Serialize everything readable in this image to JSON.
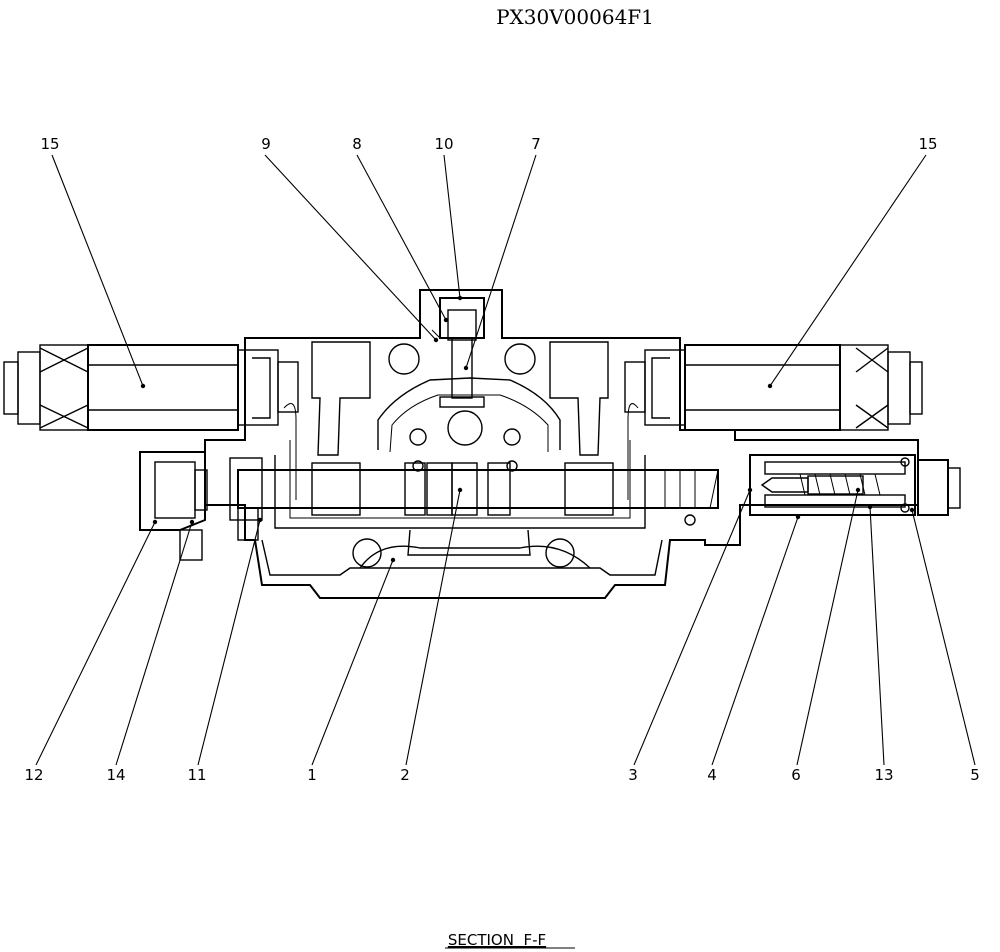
{
  "drawing_code": "PX30V00064F1",
  "caption": "SECTION  F-F",
  "callouts": [
    {
      "id": "15-left",
      "label": "15"
    },
    {
      "id": "9",
      "label": "9"
    },
    {
      "id": "8",
      "label": "8"
    },
    {
      "id": "10",
      "label": "10"
    },
    {
      "id": "7",
      "label": "7"
    },
    {
      "id": "15-right",
      "label": "15"
    },
    {
      "id": "12",
      "label": "12"
    },
    {
      "id": "14",
      "label": "14"
    },
    {
      "id": "11",
      "label": "11"
    },
    {
      "id": "1",
      "label": "1"
    },
    {
      "id": "2",
      "label": "2"
    },
    {
      "id": "3",
      "label": "3"
    },
    {
      "id": "4",
      "label": "4"
    },
    {
      "id": "6",
      "label": "6"
    },
    {
      "id": "13",
      "label": "13"
    },
    {
      "id": "5",
      "label": "5"
    }
  ]
}
